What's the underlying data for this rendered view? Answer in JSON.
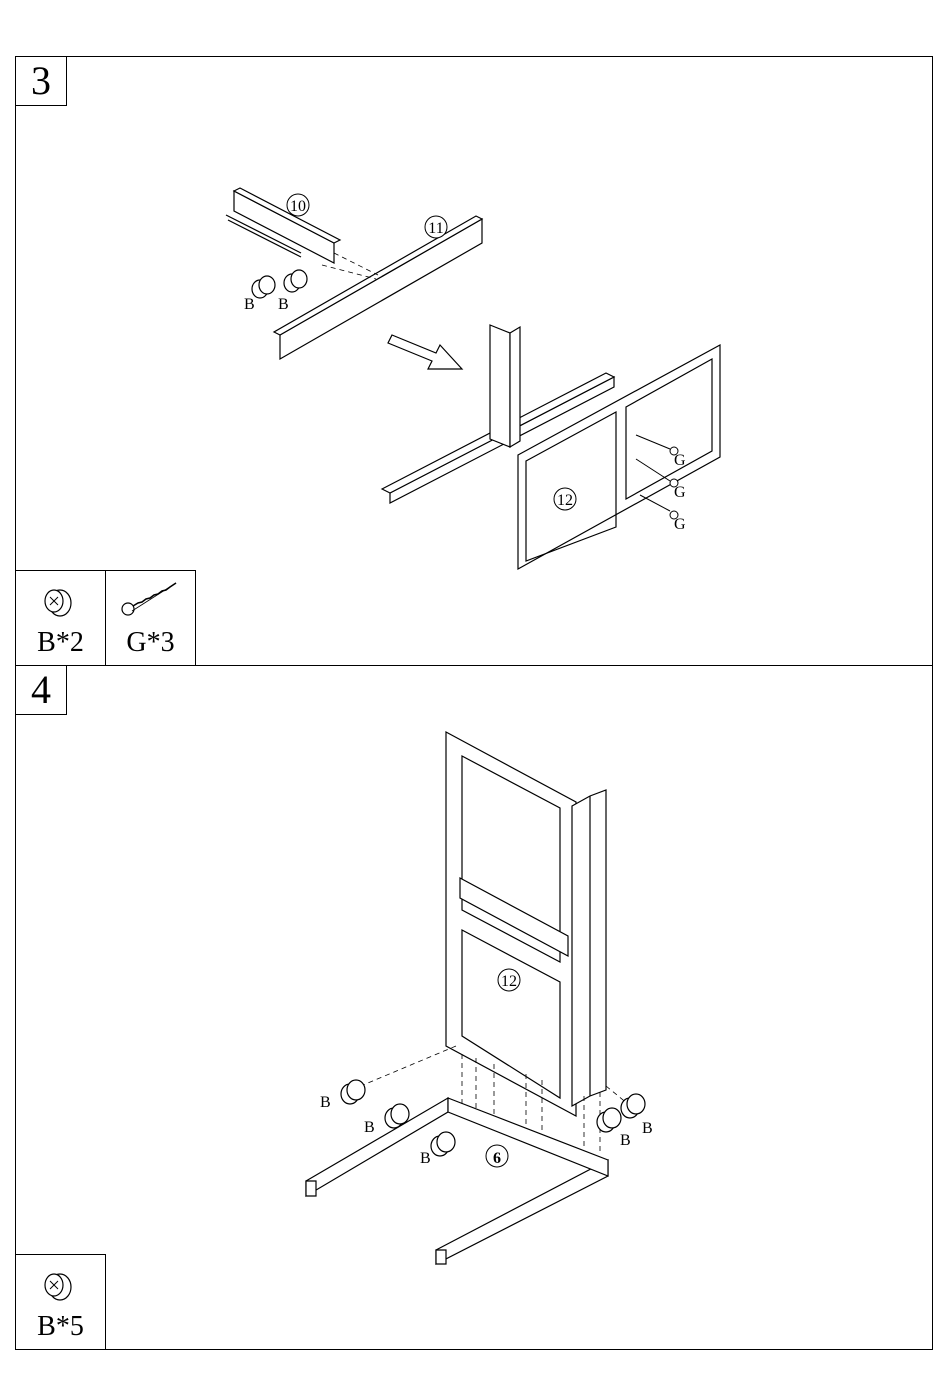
{
  "steps": [
    {
      "number": "3",
      "callouts": {
        "part_10": "10",
        "part_11": "11",
        "part_12": "12"
      },
      "hardware_labels": {
        "b": "B",
        "g": "G"
      },
      "parts_list": [
        {
          "icon": "cam-lock-icon",
          "label": "B*2"
        },
        {
          "icon": "screw-icon",
          "label": "G*3"
        }
      ]
    },
    {
      "number": "4",
      "callouts": {
        "part_12": "12",
        "part_6": "6"
      },
      "hardware_labels": {
        "b": "B"
      },
      "parts_list": [
        {
          "icon": "cam-lock-icon",
          "label": "B*5"
        }
      ]
    }
  ]
}
